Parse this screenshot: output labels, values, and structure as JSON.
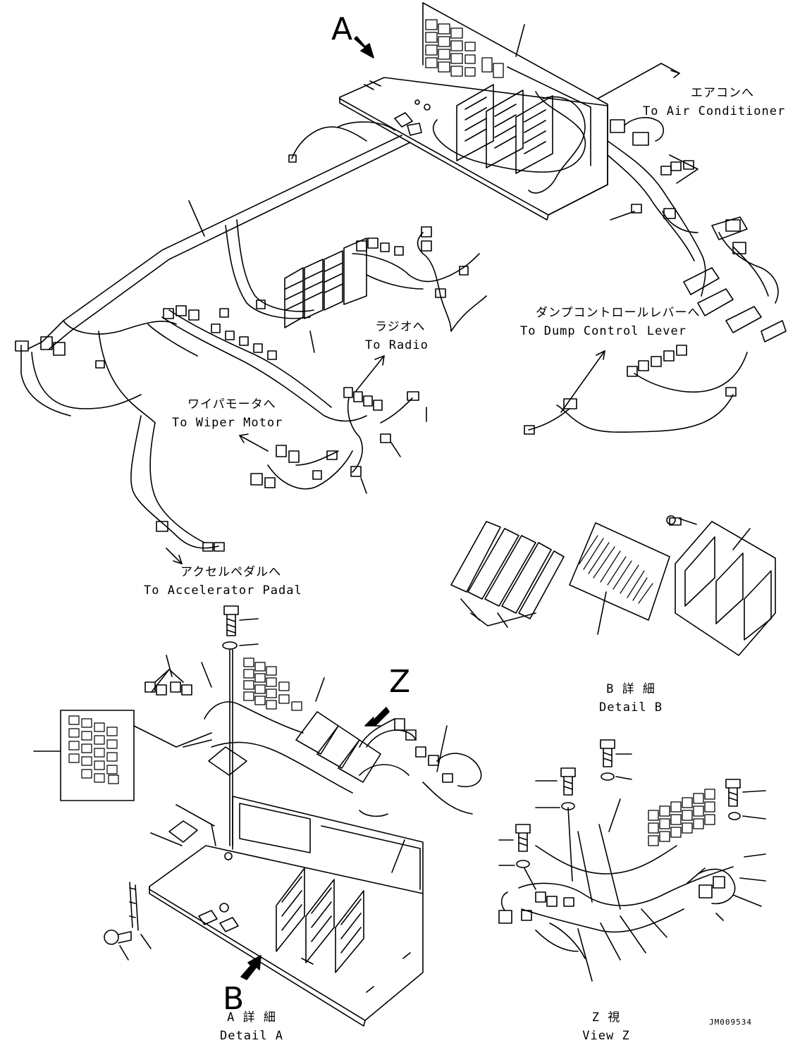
{
  "labels": {
    "air_conditioner_ja": "エアコンへ",
    "air_conditioner_en": "To Air Conditioner",
    "dump_lever_ja": "ダンプコントロールレバーへ",
    "dump_lever_en": "To Dump Control Lever",
    "radio_ja": "ラジオへ",
    "radio_en": "To Radio",
    "wiper_ja": "ワイパモータへ",
    "wiper_en": "To Wiper Motor",
    "accel_ja": "アクセルペダルへ",
    "accel_en": "To Accelerator Padal",
    "detail_b_ja": "B 詳 細",
    "detail_b_en": "Detail B",
    "detail_a_ja": "A 詳 細",
    "detail_a_en": "Detail A",
    "view_z_ja": "Z 視",
    "view_z_en": "View Z",
    "drawing_code": "JM009534"
  },
  "view_markers": {
    "a": "A",
    "z": "Z",
    "b": "B"
  },
  "colors": {
    "line": "#000000",
    "background": "#ffffff"
  }
}
